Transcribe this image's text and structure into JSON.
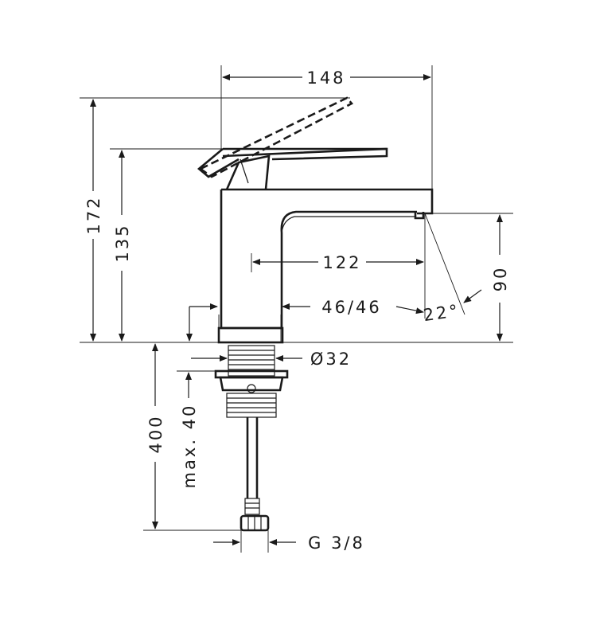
{
  "dimensions": {
    "width_148": "148",
    "height_172": "172",
    "height_135": "135",
    "reach_122": "122",
    "flow_46": "46/46",
    "angle_22": "22°",
    "height_90": "90",
    "diameter_32": "Ø32",
    "hose_400": "400",
    "max_40": "max. 40",
    "thread_g38": "G 3/8"
  }
}
